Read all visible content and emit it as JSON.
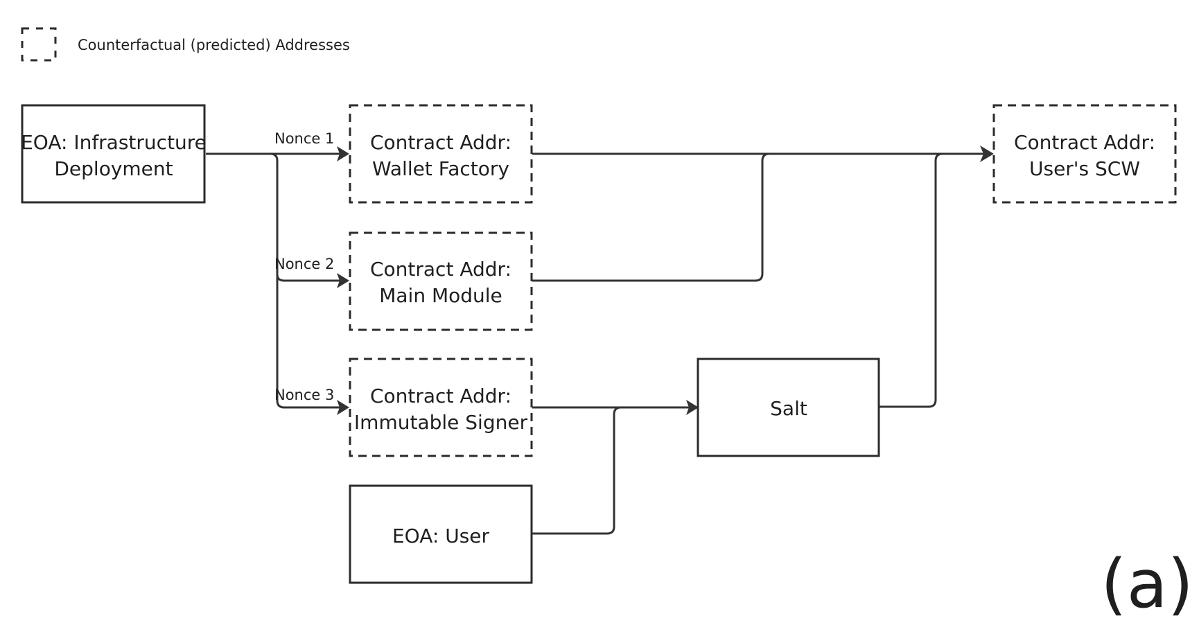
{
  "legend": {
    "label": "Counterfactual (predicted) Addresses"
  },
  "nodes": {
    "eoa_infra": {
      "line1": "EOA: Infrastructure",
      "line2": "Deployment",
      "style": "solid"
    },
    "wallet_factory": {
      "line1": "Contract Addr:",
      "line2": "Wallet Factory",
      "style": "dashed"
    },
    "main_module": {
      "line1": "Contract Addr:",
      "line2": "Main Module",
      "style": "dashed"
    },
    "immutable_signer": {
      "line1": "Contract Addr:",
      "line2": "Immutable Signer",
      "style": "dashed"
    },
    "eoa_user": {
      "label": "EOA: User",
      "style": "solid"
    },
    "salt": {
      "label": "Salt",
      "style": "solid"
    },
    "users_scw": {
      "line1": "Contract Addr:",
      "line2": "User's SCW",
      "style": "dashed"
    }
  },
  "edges": {
    "nonce1": {
      "label": "Nonce 1",
      "from": "eoa_infra",
      "to": "wallet_factory"
    },
    "nonce2": {
      "label": "Nonce 2",
      "from": "eoa_infra",
      "to": "main_module"
    },
    "nonce3": {
      "label": "Nonce 3",
      "from": "eoa_infra",
      "to": "immutable_signer"
    },
    "factory_to_scw": {
      "from": "wallet_factory",
      "to": "users_scw"
    },
    "module_to_scw": {
      "from": "main_module",
      "to": "users_scw"
    },
    "signer_to_salt": {
      "from": "immutable_signer",
      "to": "salt"
    },
    "user_to_salt": {
      "from": "eoa_user",
      "to": "salt"
    },
    "salt_to_scw": {
      "from": "salt",
      "to": "users_scw"
    }
  },
  "caption": "(a)"
}
